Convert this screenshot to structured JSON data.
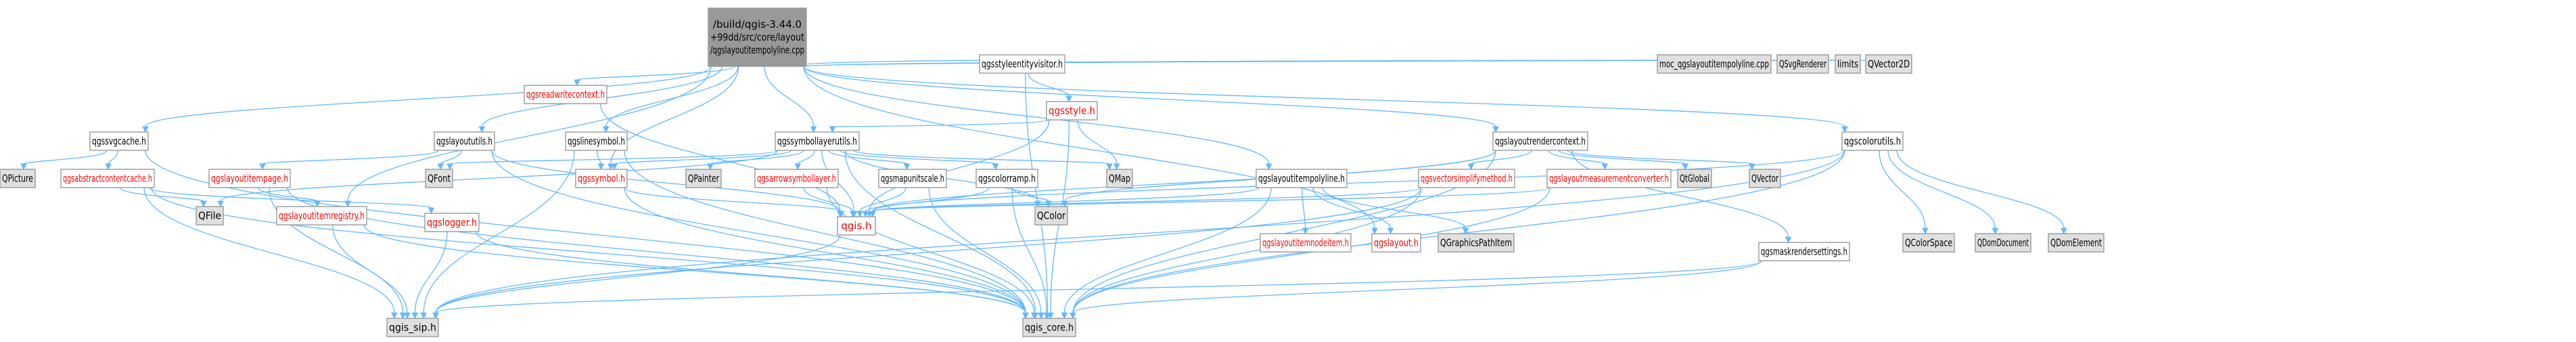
{
  "graph": {
    "colors": {
      "edge": "#63b8ff",
      "root_fill": "#999999",
      "node_fill": "#ffffff",
      "external_fill": "#e0e0e0",
      "border": "#999999",
      "text": "#000000",
      "red_text": "#ff0000"
    },
    "nodes": [
      {
        "id": "root",
        "style": "root",
        "lines": [
          "/build/qgis-3.44.0",
          "+99dd/src/core/layout",
          "/qgslayoutitempolyline.cpp"
        ]
      },
      {
        "id": "styleentity",
        "style": "normal",
        "lines": [
          "qgsstyleentityvisitor.h"
        ]
      },
      {
        "id": "moc",
        "style": "external",
        "lines": [
          "moc_qgslayoutitempolyline.cpp"
        ]
      },
      {
        "id": "svgrenderer",
        "style": "external",
        "lines": [
          "QSvgRenderer"
        ]
      },
      {
        "id": "limits",
        "style": "external",
        "lines": [
          "limits"
        ]
      },
      {
        "id": "qvector2d",
        "style": "external",
        "lines": [
          "QVector2D"
        ]
      },
      {
        "id": "readwrite",
        "style": "red",
        "lines": [
          "qgsreadwritecontext.h"
        ]
      },
      {
        "id": "style",
        "style": "red",
        "lines": [
          "qgsstyle.h"
        ]
      },
      {
        "id": "svgcache",
        "style": "normal",
        "lines": [
          "qgssvgcache.h"
        ]
      },
      {
        "id": "layoututils",
        "style": "normal",
        "lines": [
          "qgslayoututils.h"
        ]
      },
      {
        "id": "linesymbol",
        "style": "normal",
        "lines": [
          "qgslinesymbol.h"
        ]
      },
      {
        "id": "symbollayerutils",
        "style": "normal",
        "lines": [
          "qgssymbollayerutils.h"
        ]
      },
      {
        "id": "renderctx",
        "style": "normal",
        "lines": [
          "qgslayoutrendercontext.h"
        ]
      },
      {
        "id": "colorutils",
        "style": "normal",
        "lines": [
          "qgscolorutils.h"
        ]
      },
      {
        "id": "qpicture",
        "style": "external",
        "lines": [
          "QPicture"
        ]
      },
      {
        "id": "abstractcache",
        "style": "red",
        "lines": [
          "qgsabstractcontentcache.h"
        ]
      },
      {
        "id": "itempage",
        "style": "red",
        "lines": [
          "qgslayoutitempage.h"
        ]
      },
      {
        "id": "qfont",
        "style": "external",
        "lines": [
          "QFont"
        ]
      },
      {
        "id": "symbol",
        "style": "red",
        "lines": [
          "qgssymbol.h"
        ]
      },
      {
        "id": "qpainter",
        "style": "external",
        "lines": [
          "QPainter"
        ]
      },
      {
        "id": "arrowsymbol",
        "style": "red",
        "lines": [
          "qgsarrowsymbollayer.h"
        ]
      },
      {
        "id": "mapunitscale",
        "style": "normal",
        "lines": [
          "qgsmapunitscale.h"
        ]
      },
      {
        "id": "colorramp",
        "style": "normal",
        "lines": [
          "qgscolorramp.h"
        ]
      },
      {
        "id": "qmap",
        "style": "external",
        "lines": [
          "QMap"
        ]
      },
      {
        "id": "itempolyline",
        "style": "normal",
        "lines": [
          "qgslayoutitempolyline.h"
        ]
      },
      {
        "id": "vectorsimplify",
        "style": "red",
        "lines": [
          "qgsvectorsimplifymethod.h"
        ]
      },
      {
        "id": "measurement",
        "style": "red",
        "lines": [
          "qgslayoutmeasurementconverter.h"
        ]
      },
      {
        "id": "qtglobal",
        "style": "external",
        "lines": [
          "QtGlobal"
        ]
      },
      {
        "id": "qvector",
        "style": "external",
        "lines": [
          "QVector"
        ]
      },
      {
        "id": "qfile",
        "style": "external",
        "lines": [
          "QFile"
        ]
      },
      {
        "id": "itemregistry",
        "style": "red",
        "lines": [
          "qgslayoutitemregistry.h"
        ]
      },
      {
        "id": "logger",
        "style": "red",
        "lines": [
          "qgslogger.h"
        ]
      },
      {
        "id": "qgis",
        "style": "red",
        "lines": [
          "qgis.h"
        ]
      },
      {
        "id": "qcolor",
        "style": "external",
        "lines": [
          "QColor"
        ]
      },
      {
        "id": "itemnode",
        "style": "red",
        "lines": [
          "qgslayoutitemnodeitem.h"
        ]
      },
      {
        "id": "layout",
        "style": "red",
        "lines": [
          "qgslayout.h"
        ]
      },
      {
        "id": "pathitem",
        "style": "external",
        "lines": [
          "QGraphicsPathItem"
        ]
      },
      {
        "id": "maskrender",
        "style": "normal",
        "lines": [
          "qgsmaskrendersettings.h"
        ]
      },
      {
        "id": "qcolorspace",
        "style": "external",
        "lines": [
          "QColorSpace"
        ]
      },
      {
        "id": "qdomdocument",
        "style": "external",
        "lines": [
          "QDomDocument"
        ]
      },
      {
        "id": "qdomelement",
        "style": "external",
        "lines": [
          "QDomElement"
        ]
      },
      {
        "id": "sip",
        "style": "external",
        "lines": [
          "qgis_sip.h"
        ]
      },
      {
        "id": "core",
        "style": "external",
        "lines": [
          "qgis_core.h"
        ]
      }
    ],
    "edges": [
      [
        "root",
        "styleentity"
      ],
      [
        "root",
        "moc"
      ],
      [
        "root",
        "svgrenderer"
      ],
      [
        "root",
        "limits"
      ],
      [
        "root",
        "qvector2d"
      ],
      [
        "root",
        "readwrite"
      ],
      [
        "root",
        "svgcache"
      ],
      [
        "root",
        "layoututils"
      ],
      [
        "root",
        "linesymbol"
      ],
      [
        "root",
        "symbollayerutils"
      ],
      [
        "root",
        "renderctx"
      ],
      [
        "root",
        "colorutils"
      ],
      [
        "root",
        "itempolyline"
      ],
      [
        "root",
        "layout"
      ],
      [
        "root",
        "symbol"
      ],
      [
        "root",
        "itemregistry"
      ],
      [
        "styleentity",
        "style"
      ],
      [
        "styleentity",
        "core"
      ],
      [
        "readwrite",
        "qgis"
      ],
      [
        "style",
        "symbollayerutils"
      ],
      [
        "style",
        "qmap"
      ],
      [
        "style",
        "qgis"
      ],
      [
        "style",
        "core"
      ],
      [
        "svgcache",
        "qpicture"
      ],
      [
        "svgcache",
        "abstractcache"
      ],
      [
        "svgcache",
        "core"
      ],
      [
        "abstractcache",
        "qfile"
      ],
      [
        "abstractcache",
        "logger"
      ],
      [
        "abstractcache",
        "sip"
      ],
      [
        "abstractcache",
        "core"
      ],
      [
        "layoututils",
        "itempage"
      ],
      [
        "layoututils",
        "qfont"
      ],
      [
        "layoututils",
        "qgis"
      ],
      [
        "layoututils",
        "core"
      ],
      [
        "itempage",
        "itemregistry"
      ],
      [
        "itempage",
        "sip"
      ],
      [
        "itempage",
        "core"
      ],
      [
        "itemregistry",
        "sip"
      ],
      [
        "itemregistry",
        "core"
      ],
      [
        "linesymbol",
        "symbol"
      ],
      [
        "linesymbol",
        "core"
      ],
      [
        "linesymbol",
        "sip"
      ],
      [
        "symbollayerutils",
        "qfont"
      ],
      [
        "symbollayerutils",
        "symbol"
      ],
      [
        "symbollayerutils",
        "qpainter"
      ],
      [
        "symbollayerutils",
        "arrowsymbol"
      ],
      [
        "symbollayerutils",
        "mapunitscale"
      ],
      [
        "symbollayerutils",
        "colorramp"
      ],
      [
        "symbollayerutils",
        "qmap"
      ],
      [
        "symbollayerutils",
        "qcolor"
      ],
      [
        "symbollayerutils",
        "qfile"
      ],
      [
        "symbollayerutils",
        "qgis"
      ],
      [
        "symbollayerutils",
        "core"
      ],
      [
        "symbol",
        "qgis"
      ],
      [
        "symbol",
        "core"
      ],
      [
        "arrowsymbol",
        "qgis"
      ],
      [
        "arrowsymbol",
        "core"
      ],
      [
        "mapunitscale",
        "qgis"
      ],
      [
        "mapunitscale",
        "core"
      ],
      [
        "colorramp",
        "qcolor"
      ],
      [
        "colorramp",
        "qgis"
      ],
      [
        "colorramp",
        "core"
      ],
      [
        "logger",
        "sip"
      ],
      [
        "logger",
        "core"
      ],
      [
        "qgis",
        "sip"
      ],
      [
        "renderctx",
        "vectorsimplify"
      ],
      [
        "renderctx",
        "measurement"
      ],
      [
        "renderctx",
        "qtglobal"
      ],
      [
        "renderctx",
        "qvector"
      ],
      [
        "renderctx",
        "maskrender"
      ],
      [
        "renderctx",
        "qcolor"
      ],
      [
        "renderctx",
        "qgis"
      ],
      [
        "renderctx",
        "core"
      ],
      [
        "vectorsimplify",
        "qgis"
      ],
      [
        "vectorsimplify",
        "core"
      ],
      [
        "vectorsimplify",
        "sip"
      ],
      [
        "measurement",
        "qgis"
      ],
      [
        "measurement",
        "core"
      ],
      [
        "maskrender",
        "core"
      ],
      [
        "maskrender",
        "sip"
      ],
      [
        "itempolyline",
        "itemnode"
      ],
      [
        "itempolyline",
        "layout"
      ],
      [
        "itempolyline",
        "pathitem"
      ],
      [
        "itempolyline",
        "qgis"
      ],
      [
        "itempolyline",
        "core"
      ],
      [
        "colorutils",
        "qcolorspace"
      ],
      [
        "colorutils",
        "qdomdocument"
      ],
      [
        "colorutils",
        "qdomelement"
      ],
      [
        "colorutils",
        "qgis"
      ],
      [
        "colorutils",
        "core"
      ],
      [
        "colorutils",
        "sip"
      ]
    ]
  }
}
